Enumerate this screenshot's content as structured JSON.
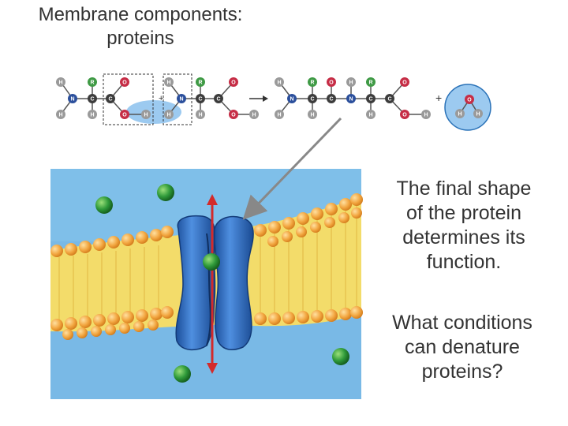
{
  "slide": {
    "title": "Membrane components:\nproteins",
    "shape_text": "The final shape\nof the protein\ndetermines its\nfunction.",
    "denature_text": "What conditions\ncan denature\nproteins?"
  },
  "reaction": {
    "left_molecule_1": [
      "H",
      "N",
      "H",
      "C",
      "H",
      "R",
      "C",
      "O",
      "O",
      "H"
    ],
    "left_molecule_2": [
      "H",
      "N",
      "H",
      "C",
      "H",
      "R",
      "C",
      "O",
      "O",
      "H"
    ],
    "product_dipeptide": [
      "H",
      "N",
      "H",
      "C",
      "H",
      "R",
      "C",
      "O",
      "N",
      "H",
      "C",
      "R",
      "H",
      "C",
      "O",
      "O",
      "H"
    ],
    "water": [
      "H",
      "O",
      "H"
    ],
    "plus_sign": "+",
    "arrow": "→"
  },
  "colors": {
    "water_top": "#79b9e6",
    "water_bottom": "#8cc8ee",
    "lipid_head": "#f2a640",
    "lipid_tail": "#f3dc6a",
    "protein": "#2f6fc6",
    "ion": "#2f9a3a",
    "arrow_red": "#d32a2a",
    "pointer_gray": "#888888",
    "atom_n": "#2b4f9c",
    "atom_c": "#3c3c3c",
    "atom_o": "#c62d46",
    "atom_h": "#9a9a9a",
    "atom_r": "#3f9a45"
  },
  "icons": [
    "ion-sphere",
    "transport-arrow-icon",
    "pointer-arrow-icon"
  ]
}
